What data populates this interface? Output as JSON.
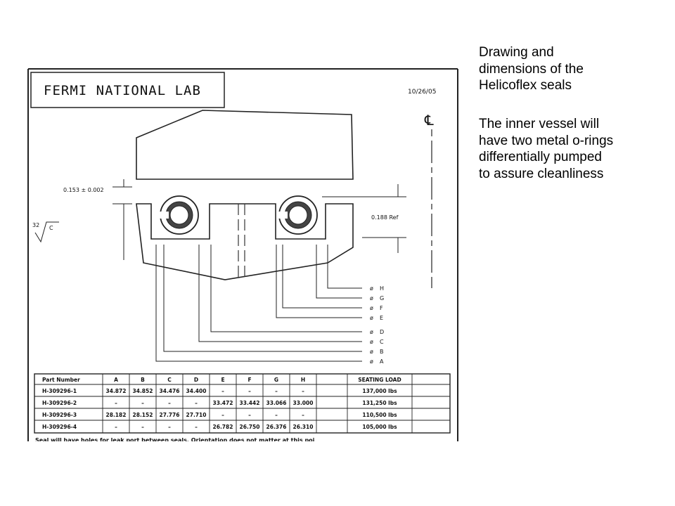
{
  "caption": {
    "heading": "Drawing and\ndimensions of the\nHelicoflex seals",
    "body": "The inner vessel will\nhave two metal o-rings\ndifferentially pumped\nto assure cleanliness"
  },
  "drawing": {
    "lab_title": "FERMI NATIONAL LAB",
    "date": "10/26/05",
    "centerline_symbol": "℄",
    "dim_gap": "0.153 ± 0.002",
    "dim_ref": "0.188 Ref",
    "surface_finish_value": "32",
    "surface_finish_letter": "C",
    "leaders": [
      {
        "sym": "ø",
        "letter": "H"
      },
      {
        "sym": "ø",
        "letter": "G"
      },
      {
        "sym": "ø",
        "letter": "F"
      },
      {
        "sym": "ø",
        "letter": "E"
      },
      {
        "sym": "ø",
        "letter": "D"
      },
      {
        "sym": "ø",
        "letter": "C"
      },
      {
        "sym": "ø",
        "letter": "B"
      },
      {
        "sym": "ø",
        "letter": "A"
      }
    ],
    "table": {
      "headers": [
        "Part Number",
        "A",
        "B",
        "C",
        "D",
        "E",
        "F",
        "G",
        "H",
        "SEATING LOAD"
      ],
      "rows": [
        [
          "H-309296-1",
          "34.872",
          "34.852",
          "34.476",
          "34.400",
          "–",
          "–",
          "–",
          "–",
          "137,000 lbs"
        ],
        [
          "H-309296-2",
          "–",
          "–",
          "–",
          "–",
          "33.472",
          "33.442",
          "33.066",
          "33.000",
          "131,250 lbs"
        ],
        [
          "H-309296-3",
          "28.182",
          "28.152",
          "27.776",
          "27.710",
          "–",
          "–",
          "–",
          "–",
          "110,500 lbs"
        ],
        [
          "H-309296-4",
          "–",
          "–",
          "–",
          "–",
          "26.782",
          "26.750",
          "26.376",
          "26.310",
          "105,000 lbs"
        ]
      ]
    },
    "footnote": "Seal will have holes for leak port between seals. Orientation does not matter at this poi"
  }
}
